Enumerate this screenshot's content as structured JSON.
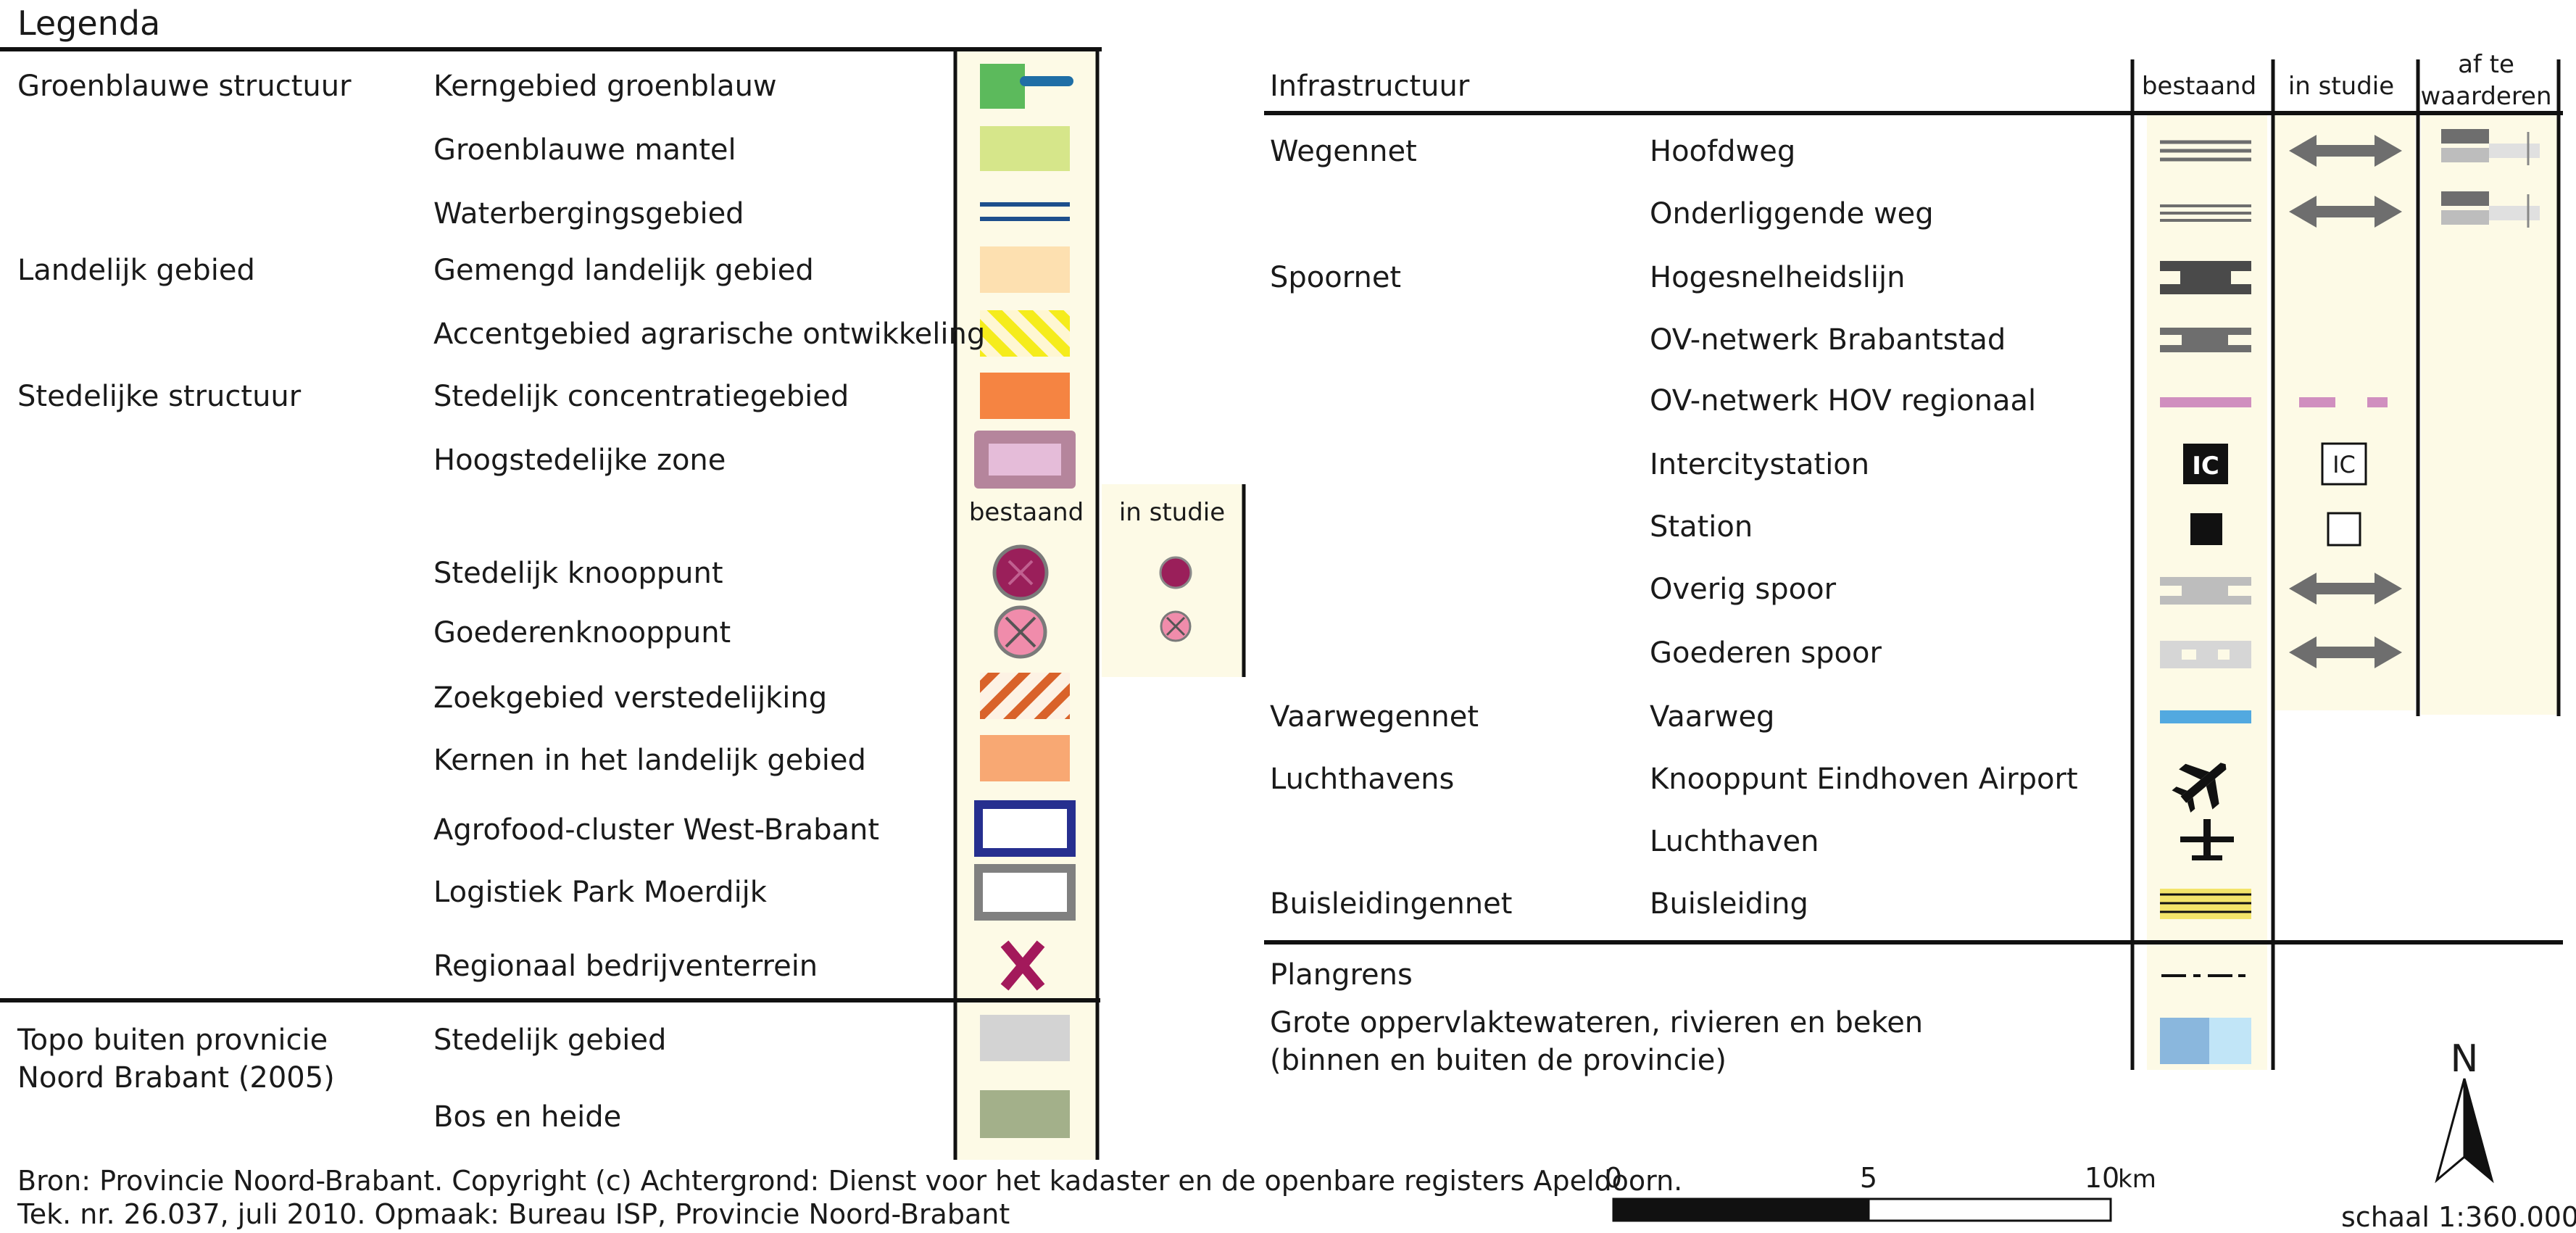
{
  "legend": {
    "title": "Legenda",
    "left": {
      "rows": [
        {
          "category": "Groenblauwe structuur",
          "label": "Kerngebied groenblauw",
          "symbol": "kerngebied"
        },
        {
          "category": "",
          "label": "Groenblauwe mantel",
          "symbol": "mantel"
        },
        {
          "category": "",
          "label": "Waterbergingsgebied",
          "symbol": "waterberging"
        },
        {
          "category": "Landelijk gebied",
          "label": "Gemengd landelijk gebied",
          "symbol": "gemengd"
        },
        {
          "category": "",
          "label": "Accentgebied agrarische ontwikkeling",
          "symbol": "accent"
        },
        {
          "category": "Stedelijke structuur",
          "label": "Stedelijk concentratiegebied",
          "symbol": "concentratie"
        },
        {
          "category": "",
          "label": "Hoogstedelijke zone",
          "symbol": "hoogstedelijk"
        },
        {
          "category": "",
          "label": "Stedelijk knooppunt",
          "symbol": "knooppunt"
        },
        {
          "category": "",
          "label": "Goederenknooppunt",
          "symbol": "goederenknoop"
        },
        {
          "category": "",
          "label": "Zoekgebied verstedelijking",
          "symbol": "zoekgebied"
        },
        {
          "category": "",
          "label": "Kernen in het landelijk gebied",
          "symbol": "kernen"
        },
        {
          "category": "",
          "label": "Agrofood-cluster West-Brabant",
          "symbol": "agrofood"
        },
        {
          "category": "",
          "label": "Logistiek Park Moerdijk",
          "symbol": "logistiek"
        },
        {
          "category": "",
          "label": "Regionaal bedrijventerrein",
          "symbol": "bedrijventerrein"
        }
      ],
      "sub_header": {
        "existing": "bestaand",
        "study": "in studie"
      },
      "topo": {
        "category_line1": "Topo buiten provnicie",
        "category_line2": "Noord Brabant (2005)",
        "rows": [
          {
            "label": "Stedelijk gebied",
            "symbol": "topo-stedelijk"
          },
          {
            "label": "Bos en heide",
            "symbol": "topo-bos"
          }
        ]
      }
    },
    "right": {
      "header": {
        "title": "Infrastructuur",
        "col_existing": "bestaand",
        "col_study": "in studie",
        "col_assess_line1": "af te",
        "col_assess_line2": "waarderen"
      },
      "rows": [
        {
          "category": "Wegennet",
          "label": "Hoofdweg",
          "symbol": "hoofdweg"
        },
        {
          "category": "",
          "label": "Onderliggende weg",
          "symbol": "onderliggend"
        },
        {
          "category": "Spoornet",
          "label": "Hogesnelheidslijn",
          "symbol": "hsl"
        },
        {
          "category": "",
          "label": "OV-netwerk Brabantstad",
          "symbol": "ov-brabant"
        },
        {
          "category": "",
          "label": "OV-netwerk HOV regionaal",
          "symbol": "hov"
        },
        {
          "category": "",
          "label": "Intercitystation",
          "symbol": "ic",
          "ic_text": "IC"
        },
        {
          "category": "",
          "label": "Station",
          "symbol": "station"
        },
        {
          "category": "",
          "label": "Overig spoor",
          "symbol": "overig-spoor"
        },
        {
          "category": "",
          "label": "Goederen spoor",
          "symbol": "goederen-spoor"
        },
        {
          "category": "Vaarwegennet",
          "label": "Vaarweg",
          "symbol": "vaarweg"
        },
        {
          "category": "Luchthavens",
          "label": "Knooppunt Eindhoven Airport",
          "symbol": "airport"
        },
        {
          "category": "",
          "label": "Luchthaven",
          "symbol": "luchthaven"
        },
        {
          "category": "Buisleidingennet",
          "label": "Buisleiding",
          "symbol": "buisleiding"
        }
      ],
      "plangrens": "Plangrens",
      "water_line1": "Grote oppervlaktewateren, rivieren en beken",
      "water_line2": "(binnen en buiten de provincie)"
    },
    "footer": {
      "source_line1": "Bron: Provincie Noord-Brabant. Copyright (c) Achtergrond: Dienst voor het kadaster en de openbare registers Apeldoorn.",
      "source_line2": "Tek. nr. 26.037, juli 2010. Opmaak: Bureau ISP, Provincie Noord-Brabant",
      "scale_ticks": [
        "0",
        "5",
        "10"
      ],
      "scale_unit": "km",
      "scale_text": "schaal 1:360.000",
      "north": "N"
    },
    "colors": {
      "column_bg": "#fdfae6",
      "kerngebied": "#5cba5c",
      "kerngebied_line": "#1f6ea6",
      "mantel": "#d6e68a",
      "water_blue": "#1d4f8c",
      "gemengd": "#fde0b0",
      "accent_yellow": "#f5ec1c",
      "concentratie": "#f58442",
      "hoog_outer": "#b5859c",
      "hoog_inner": "#e5bcd9",
      "knooppunt": "#9a1f5a",
      "goederen_pink": "#f08cab",
      "zoek_orange": "#d9622a",
      "kernen": "#f8a873",
      "agrofood": "#262f8f",
      "logistiek": "#808080",
      "bedrijven_x": "#a3195b",
      "topo_stedelijk": "#d3d3d3",
      "topo_bos": "#a3b08a",
      "road_gray": "#6e6e6e",
      "hov": "#d08fbf",
      "vaarweg": "#52a9e0",
      "pipe_yellow": "#f3e46a",
      "water_dark": "#8ab7dd",
      "water_light": "#c1e5f7"
    }
  }
}
